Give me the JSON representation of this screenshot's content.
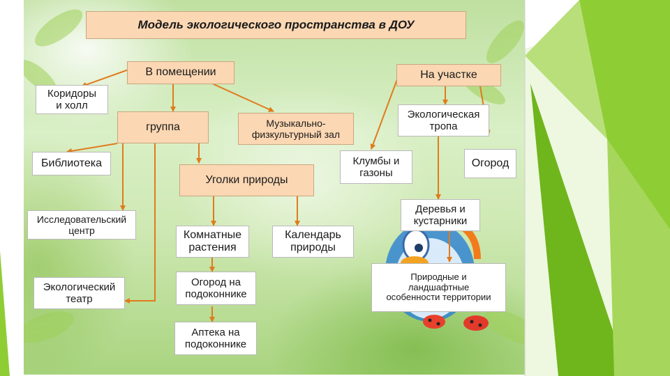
{
  "title": "Модель экологического пространства в ДОУ",
  "colors": {
    "box_fill": "#fbd7b3",
    "arrow": "#e07b1c",
    "slide_accent_green": "#7fc31c"
  },
  "nodes": {
    "indoors": "В помещении",
    "outdoors": "На участке",
    "corridors": "Коридоры\nи холл",
    "group": "группа",
    "music_hall": "Музыкально-\nфизкультурный зал",
    "eco_trail": "Экологическая\nтропа",
    "library": "Библиотека",
    "flowerbeds": "Клумбы и\nгазоны",
    "garden": "Огород",
    "nature_corners": "Уголки природы",
    "research_center": "Исследовательский\nцентр",
    "trees": "Деревья и\nкустарники",
    "houseplants": "Комнатные\nрастения",
    "calendar": "Календарь\nприроды",
    "eco_theater": "Экологический\nтеатр",
    "windowsill_garden": "Огород на\nподоконнике",
    "natural_features": "Природные и\nландшафтные\nособенности территории",
    "windowsill_pharmacy": "Аптека на\nподоконнике"
  },
  "edges": [
    {
      "from": "indoors",
      "to": "corridors"
    },
    {
      "from": "indoors",
      "to": "group"
    },
    {
      "from": "indoors",
      "to": "music_hall"
    },
    {
      "from": "group",
      "to": "library"
    },
    {
      "from": "group",
      "to": "nature_corners"
    },
    {
      "from": "group",
      "to": "research_center"
    },
    {
      "from": "group",
      "to": "eco_theater"
    },
    {
      "from": "nature_corners",
      "to": "houseplants"
    },
    {
      "from": "nature_corners",
      "to": "calendar"
    },
    {
      "from": "houseplants",
      "to": "windowsill_garden"
    },
    {
      "from": "windowsill_garden",
      "to": "windowsill_pharmacy"
    },
    {
      "from": "outdoors",
      "to": "flowerbeds"
    },
    {
      "from": "outdoors",
      "to": "eco_trail"
    },
    {
      "from": "outdoors",
      "to": "garden"
    },
    {
      "from": "eco_trail",
      "to": "trees"
    },
    {
      "from": "trees",
      "to": "natural_features"
    }
  ]
}
